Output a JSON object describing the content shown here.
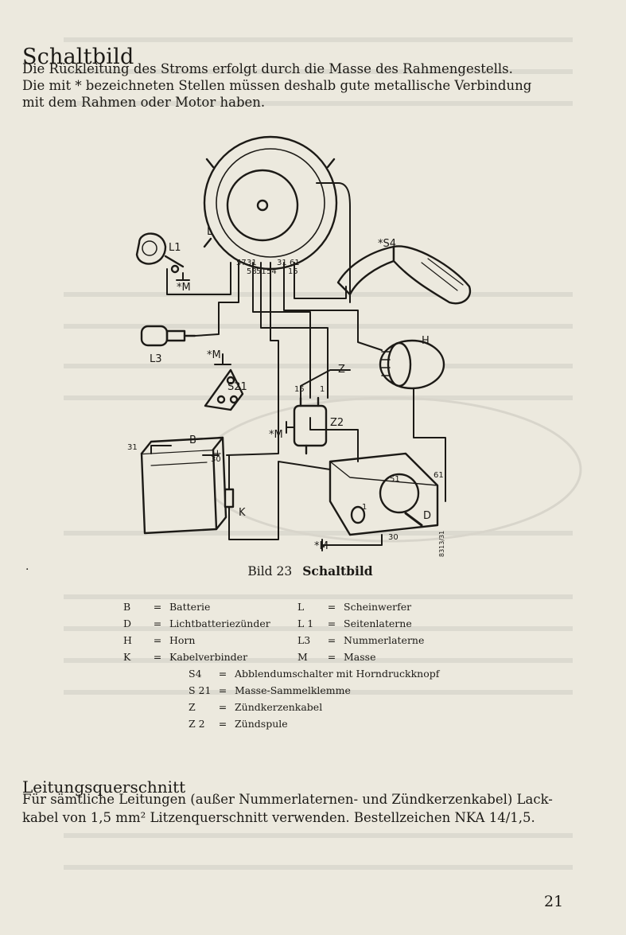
{
  "heading": "Schaltbild",
  "intro": {
    "line1": "Die Rückleitung des Stroms erfolgt durch die Masse des Rahmengestells.",
    "line2": "Die mit * bezeichneten Stellen müssen deshalb gute metallische Verbindung",
    "line3": "mit dem Rahmen oder Motor haben."
  },
  "diagram_labels": {
    "L": "L",
    "L1": "L1",
    "L3": "L3",
    "S4": "*S4",
    "H": "H",
    "M1": "*M",
    "M2": "*M",
    "M3": "*M",
    "M4": "*M",
    "S21": "S21",
    "Z": "Z",
    "Z2": "Z2",
    "B": "B",
    "K": "K",
    "D": "D",
    "t57a": "57",
    "t31a": "31",
    "t58": "58",
    "t51": "51",
    "t54": "54",
    "t31b": "31",
    "t61a": "61",
    "t15a": "15",
    "t15b": "15",
    "t1": "1",
    "t31c": "31",
    "t30a": "30",
    "t51b": "51",
    "t61b": "61",
    "t1b": "1",
    "t30b": "30",
    "plus": "+",
    "ref": "8313/31"
  },
  "caption": {
    "dot": "·",
    "number": "Bild 23",
    "title": "Schaltbild"
  },
  "legend": {
    "col1": [
      {
        "code": "B",
        "eq": "=",
        "text": "Batterie"
      },
      {
        "code": "D",
        "eq": "=",
        "text": "Lichtbatteriezünder"
      },
      {
        "code": "H",
        "eq": "=",
        "text": "Horn"
      },
      {
        "code": "K",
        "eq": "=",
        "text": "Kabelverbinder"
      }
    ],
    "col2": [
      {
        "code": "L",
        "eq": "=",
        "text": "Scheinwerfer"
      },
      {
        "code": "L 1",
        "eq": "=",
        "text": "Seitenlaterne"
      },
      {
        "code": "L3",
        "eq": "=",
        "text": "Nummerlaterne"
      },
      {
        "code": "M",
        "eq": "=",
        "text": "Masse"
      }
    ],
    "col3": [
      {
        "code": "S4",
        "eq": "=",
        "text": "Abblendumschalter mit Horndruckknopf"
      },
      {
        "code": "S 21",
        "eq": "=",
        "text": "Masse-Sammelklemme"
      },
      {
        "code": "Z",
        "eq": "=",
        "text": "Zündkerzenkabel"
      },
      {
        "code": "Z 2",
        "eq": "=",
        "text": "Zündspule"
      }
    ]
  },
  "section2": {
    "heading": "Leitungsquerschnitt",
    "line1": "Für sämtliche Leitungen (außer Nummerlaternen- und Zündkerzenkabel) Lack-",
    "line2": "kabel von 1,5 mm² Litzenquerschnitt verwenden. Bestellzeichen NKA 14/1,5."
  },
  "page_number": "21",
  "colors": {
    "paper": "#ece9de",
    "ink": "#1c1a16"
  }
}
